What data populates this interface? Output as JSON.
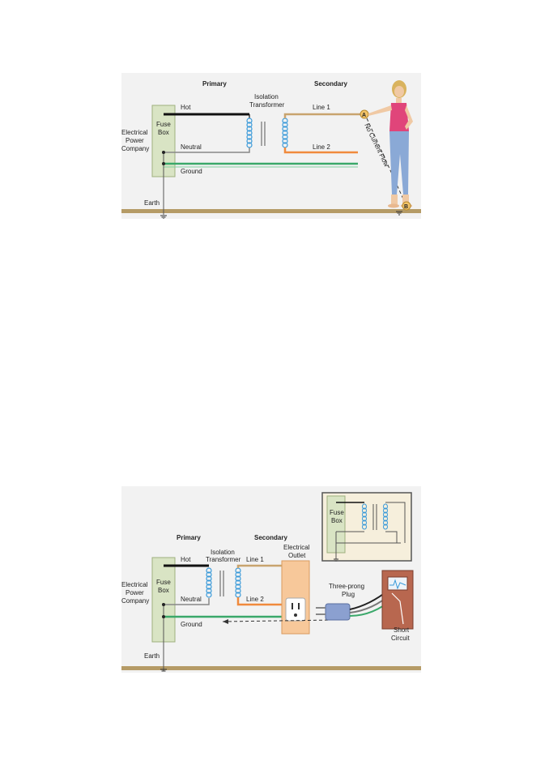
{
  "top": {
    "primary": "Primary",
    "secondary": "Secondary",
    "transformer": [
      "Isolation",
      "Transformer"
    ],
    "company": [
      "Electrical",
      "Power",
      "Company"
    ],
    "fuse_box": [
      "Fuse",
      "Box"
    ],
    "hot": "Hot",
    "neutral": "Neutral",
    "ground": "Ground",
    "earth": "Earth",
    "line1": "Line 1",
    "line2": "Line 2",
    "point_a": "A",
    "point_b": "B",
    "no_current": "No Current Flow"
  },
  "bottom": {
    "primary": "Primary",
    "secondary": "Secondary",
    "transformer": [
      "Isolation",
      "Transformer"
    ],
    "company": [
      "Electrical",
      "Power",
      "Company"
    ],
    "fuse_box": [
      "Fuse",
      "Box"
    ],
    "inset_fuse_box": [
      "Fuse",
      "Box"
    ],
    "hot": "Hot",
    "neutral": "Neutral",
    "ground": "Ground",
    "earth": "Earth",
    "line1": "Line 1",
    "line2": "Line 2",
    "outlet": [
      "Electrical",
      "Outlet"
    ],
    "plug": [
      "Three-prong",
      "Plug"
    ],
    "short": [
      "Short",
      "Circuit"
    ]
  },
  "colors": {
    "wire_hot": "#111111",
    "wire_line1": "#c8a46e",
    "wire_line2": "#f08a3c",
    "wire_ground": "#3aa86a",
    "coil": "#3a9ad9",
    "fuse_box": "#d9e4c4",
    "earth": "#b59b66",
    "outlet": "#f7c89a",
    "appliance": "#b8674f"
  }
}
